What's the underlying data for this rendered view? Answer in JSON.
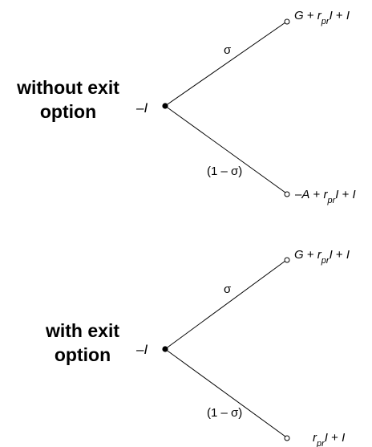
{
  "trees": [
    {
      "label_line1": "without exit",
      "label_line2": "option",
      "initial_value": "–I",
      "branches": [
        {
          "probability": "σ",
          "payoff": "G + r_pr I + I"
        },
        {
          "probability": "(1 – σ)",
          "payoff": "–A + r_pr I + I"
        }
      ]
    },
    {
      "label_line1": "with exit",
      "label_line2": "option",
      "initial_value": "–I",
      "branches": [
        {
          "probability": "σ",
          "payoff": "G + r_pr I + I"
        },
        {
          "probability": "(1 – σ)",
          "payoff": "r_pr I + I"
        }
      ]
    }
  ]
}
